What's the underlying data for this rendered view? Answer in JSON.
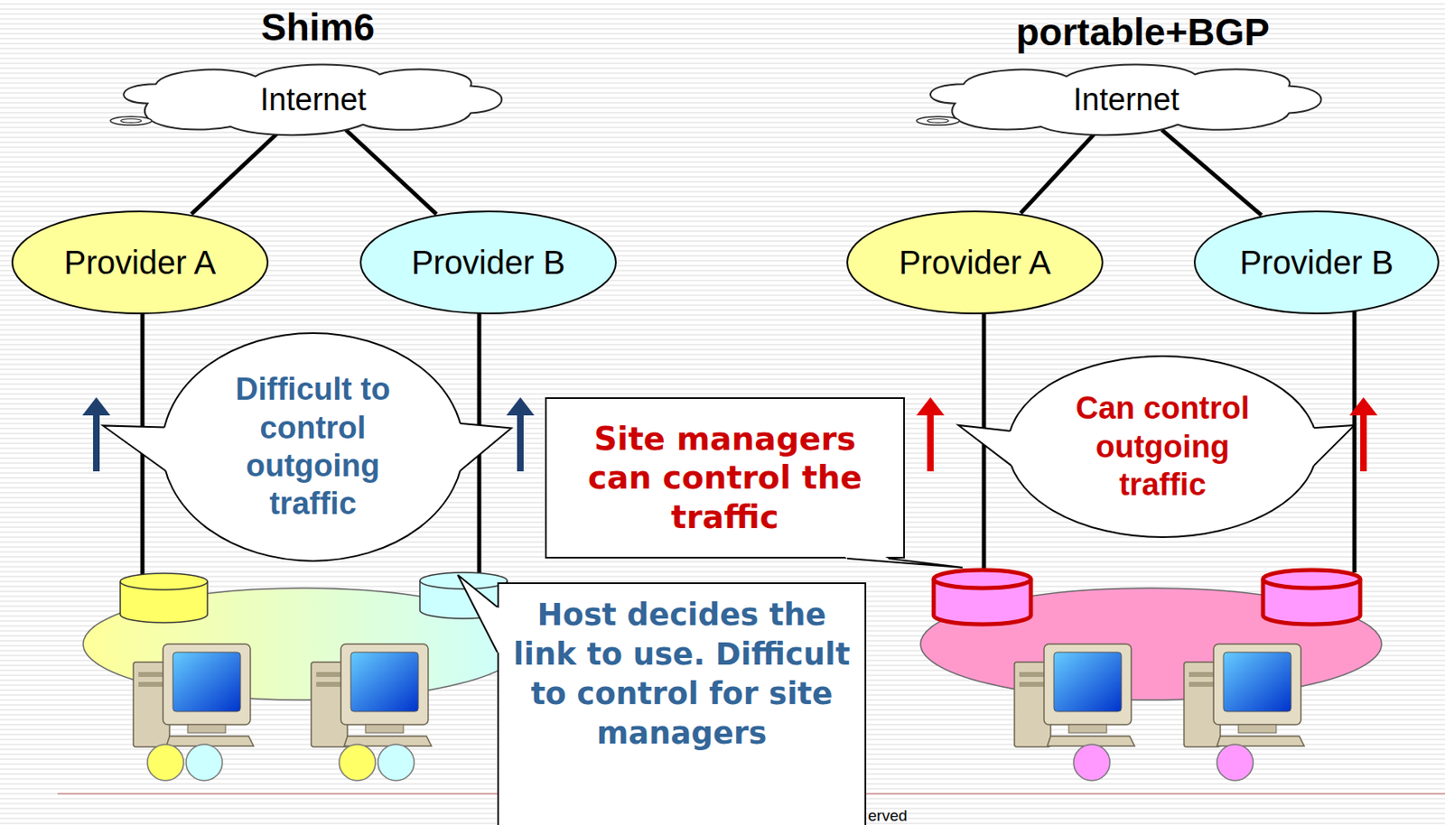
{
  "diagram": {
    "nodes": [
      {
        "text": [
          "Internet"
        ]
      },
      {
        "text": [
          "Provider A"
        ]
      },
      {
        "text": [
          "Provider B"
        ]
      },
      {
        "text": [
          "Difficult to control outgoing traffic"
        ]
      },
      {
        "text": [
          "Site managers can control the traffic"
        ]
      },
      {
        "text": [
          "Internet"
        ]
      },
      {
        "text": [
          "Provider A"
        ]
      },
      {
        "text": [
          "Provider B"
        ]
      },
      {
        "text": [
          "Can control outgoing traffic"
        ]
      },
      {
        "text": [
          "Host decides the link to use. Difficult to control for site managers"
        ]
      }
    ],
    "edges": [
      {
        "from": 0,
        "to": 1,
        "arrow": "none"
      },
      {
        "from": 0,
        "to": 2,
        "arrow": "none"
      },
      {
        "from": 5,
        "to": 6,
        "arrow": "none"
      },
      {
        "from": 5,
        "to": 7,
        "arrow": "none"
      }
    ],
    "labels": [
      "Shim6",
      "portable+BGP",
      "erved"
    ]
  }
}
